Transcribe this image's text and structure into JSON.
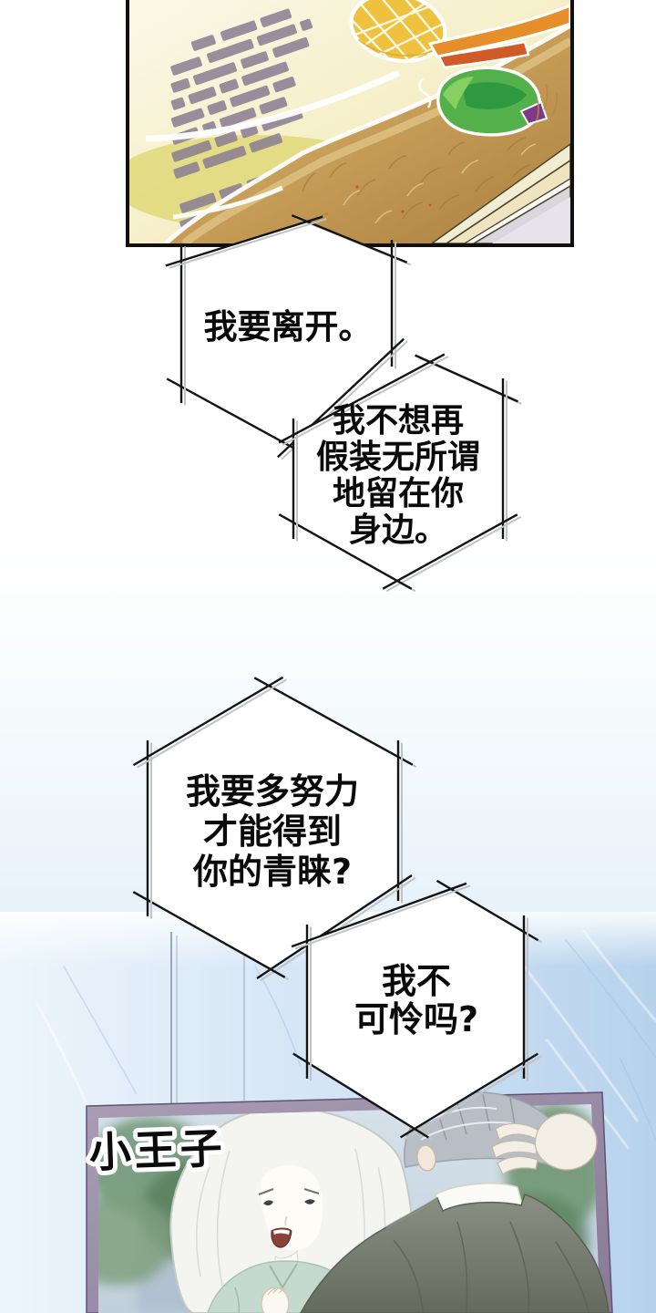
{
  "comic": {
    "bubbles": [
      {
        "lines": [
          "我要离开。"
        ]
      },
      {
        "lines": [
          "我不想再",
          "假装无所谓",
          "地留在你",
          "身边。"
        ]
      },
      {
        "lines": [
          "我要多努力",
          "才能得到",
          "你的青睐?"
        ]
      },
      {
        "lines": [
          "我不",
          "可怜吗?"
        ]
      }
    ],
    "tv_label": "小王子",
    "colors": {
      "bubble_fill": "#ffffff",
      "bubble_line": "#141414",
      "panel_border": "#101010",
      "tv_frame": "#9a8ca3",
      "wall_blue": "#c9ddf0",
      "field_gold": "#c49a55",
      "jacket_green": "#54b04a",
      "scarf_orange": "#e68f2a",
      "hair_yellow": "#eec23e",
      "suit_gray_green": "#767d72",
      "woman_hair_white": "#f4f4f1"
    }
  }
}
